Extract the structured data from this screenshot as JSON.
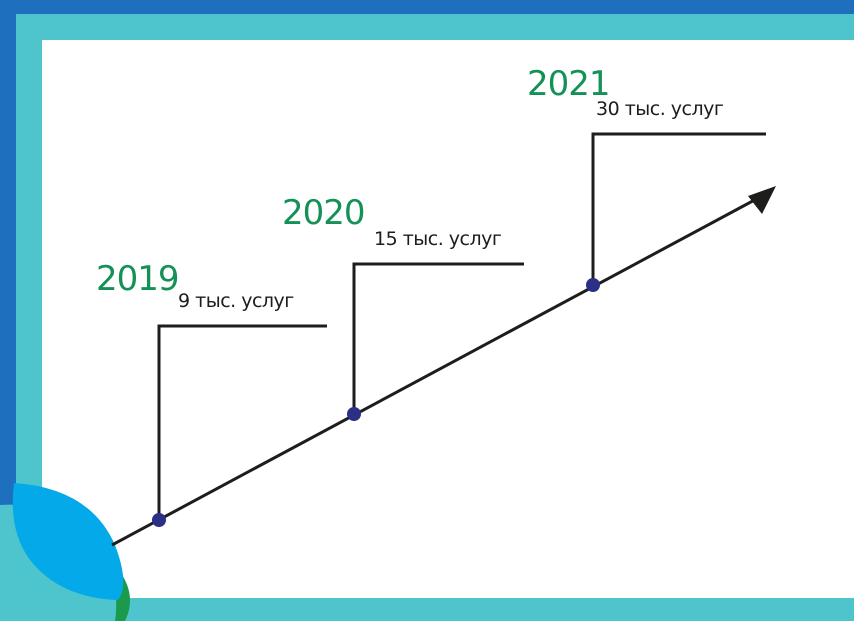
{
  "milestones": [
    {
      "year": "2019",
      "value": "9 тыс. услуг"
    },
    {
      "year": "2020",
      "value": "15 тыс. услуг"
    },
    {
      "year": "2021",
      "value": "30 тыс. услуг"
    }
  ],
  "colors": {
    "background_blue": "#1e6fbd",
    "frame_teal": "#4ec5cd",
    "year_green": "#139157",
    "dot_navy": "#2b2f86",
    "leaf_blue": "#03a9e8",
    "leaf_green": "#1a9a4a",
    "line": "#1d1d1b"
  }
}
